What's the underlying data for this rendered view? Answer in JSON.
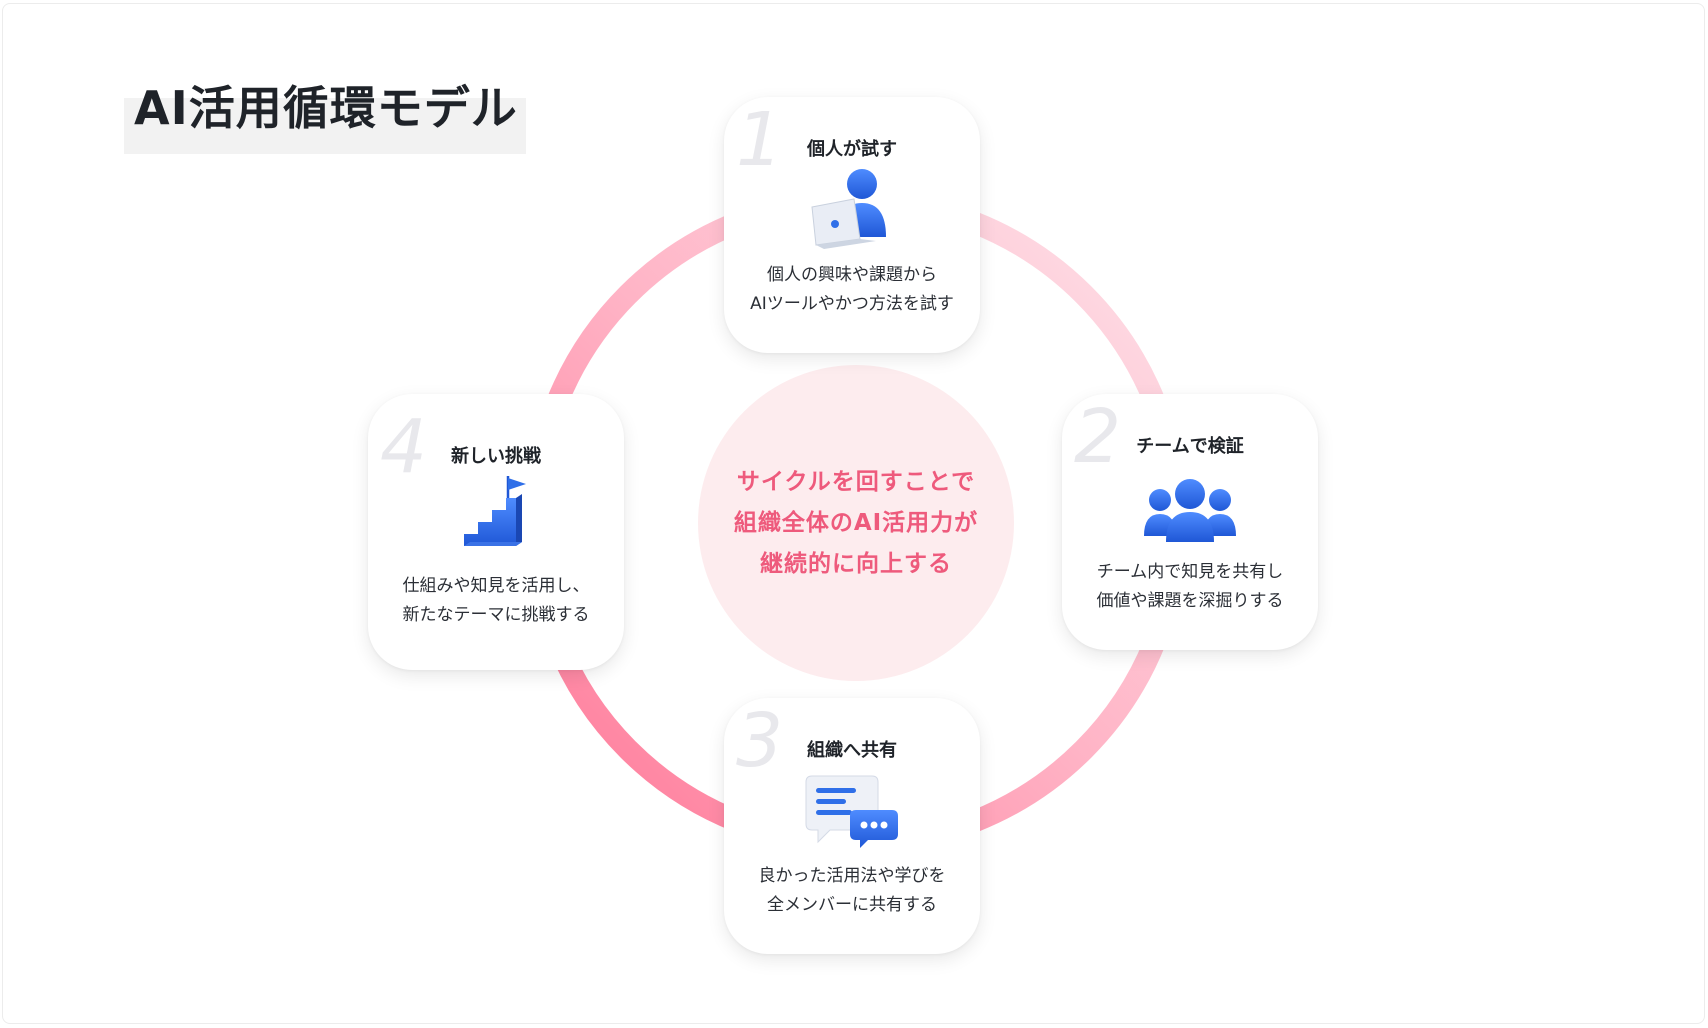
{
  "title": "AI活用循環モデル",
  "center": {
    "lines": [
      "サイクルを回すことで",
      "組織全体のAI活用力が",
      "継続的に向上する"
    ],
    "text_color": "#ee5a7c",
    "bg_color": "#fdecee"
  },
  "ring": {
    "color_light": "#fbd9e0",
    "color_dark": "#ff7c9b"
  },
  "steps": [
    {
      "number": "1",
      "title": "個人が試す",
      "icon": "person-laptop-icon",
      "desc": [
        "個人の興味や課題から",
        "AIツールやかつ方法を試す"
      ]
    },
    {
      "number": "2",
      "title": "チームで検証",
      "icon": "team-icon",
      "desc": [
        "チーム内で知見を共有し",
        "価値や課題を深掘りする"
      ]
    },
    {
      "number": "3",
      "title": "組織へ共有",
      "icon": "chat-bubbles-icon",
      "desc": [
        "良かった活用法や学びを",
        "全メンバーに共有する"
      ]
    },
    {
      "number": "4",
      "title": "新しい挑戦",
      "icon": "stairs-flag-icon",
      "desc": [
        "仕組みや知見を活用し、",
        "新たなテーマに挑戦する"
      ]
    }
  ],
  "accent_blue": "#2f6fe8"
}
